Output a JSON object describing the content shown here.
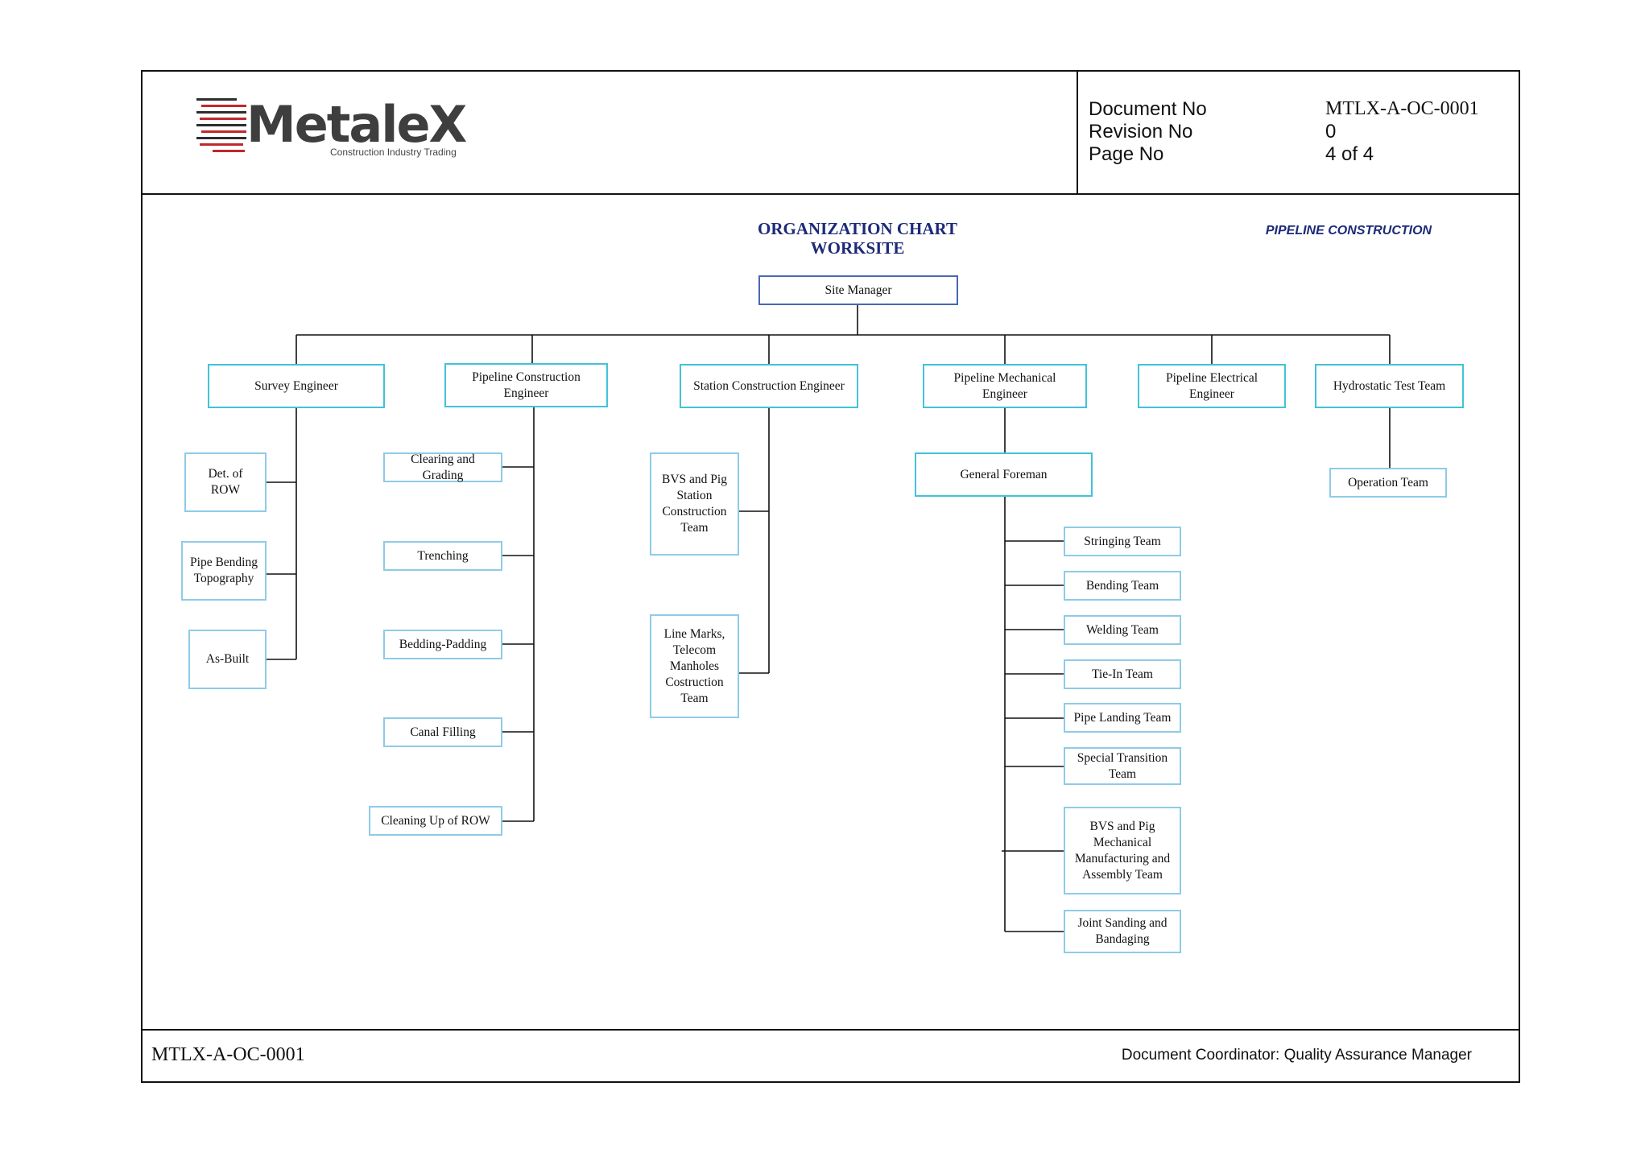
{
  "header": {
    "logo": {
      "wordmark": "MetaleX",
      "tagline": "Construction Industry Trading",
      "colors": {
        "wordmark": "#3e3e3e",
        "stripes_dark": "#2e2e2e",
        "stripes_red": "#c0282d"
      }
    },
    "document_no_label": "Document No",
    "document_no_value": "MTLX-A-OC-0001",
    "revision_no_label": "Revision No",
    "revision_no_value": "0",
    "page_no_label": "Page No",
    "page_no_value": "4 of 4"
  },
  "chart": {
    "title_line1": "ORGANIZATION CHART",
    "title_line2": "WORKSITE",
    "subtitle": "PIPELINE CONSTRUCTION",
    "colors": {
      "title": "#1c2a78",
      "top_border": "#4a67b4",
      "level_border": "#41c3d8",
      "leaf_border": "#8ecbe8",
      "connector": "#111111"
    },
    "root": "Site Manager",
    "departments": {
      "survey": "Survey Engineer",
      "pipeline_construction": "Pipeline Construction\nEngineer",
      "station_construction": "Station Construction Engineer",
      "pipeline_mechanical": "Pipeline Mechanical\nEngineer",
      "pipeline_electrical": "Pipeline Electrical\nEngineer",
      "hydrostatic": "Hydrostatic Test Team"
    },
    "survey_teams": [
      "Det. of\nROW",
      "Pipe Bending\nTopography",
      "As-Built"
    ],
    "pipeline_construction_teams": [
      "Clearing and\nGrading",
      "Trenching",
      "Bedding-Padding",
      "Canal Filling",
      "Cleaning Up of ROW"
    ],
    "station_teams": [
      "BVS and Pig\nStation\nConstruction\nTeam",
      "Line Marks,\nTelecom\nManholes\nCostruction\nTeam"
    ],
    "general_foreman": "General Foreman",
    "mechanical_teams": [
      "Stringing Team",
      "Bending Team",
      "Welding Team",
      "Tie-In Team",
      "Pipe Landing Team",
      "Special Transition\nTeam",
      "BVS and Pig\nMechanical\nManufacturing and\nAssembly Team",
      "Joint Sanding and\nBandaging"
    ],
    "hydrostatic_teams": [
      "Operation Team"
    ]
  },
  "footer": {
    "doc_code": "MTLX-A-OC-0001",
    "coordinator": "Document Coordinator: Quality Assurance Manager"
  }
}
